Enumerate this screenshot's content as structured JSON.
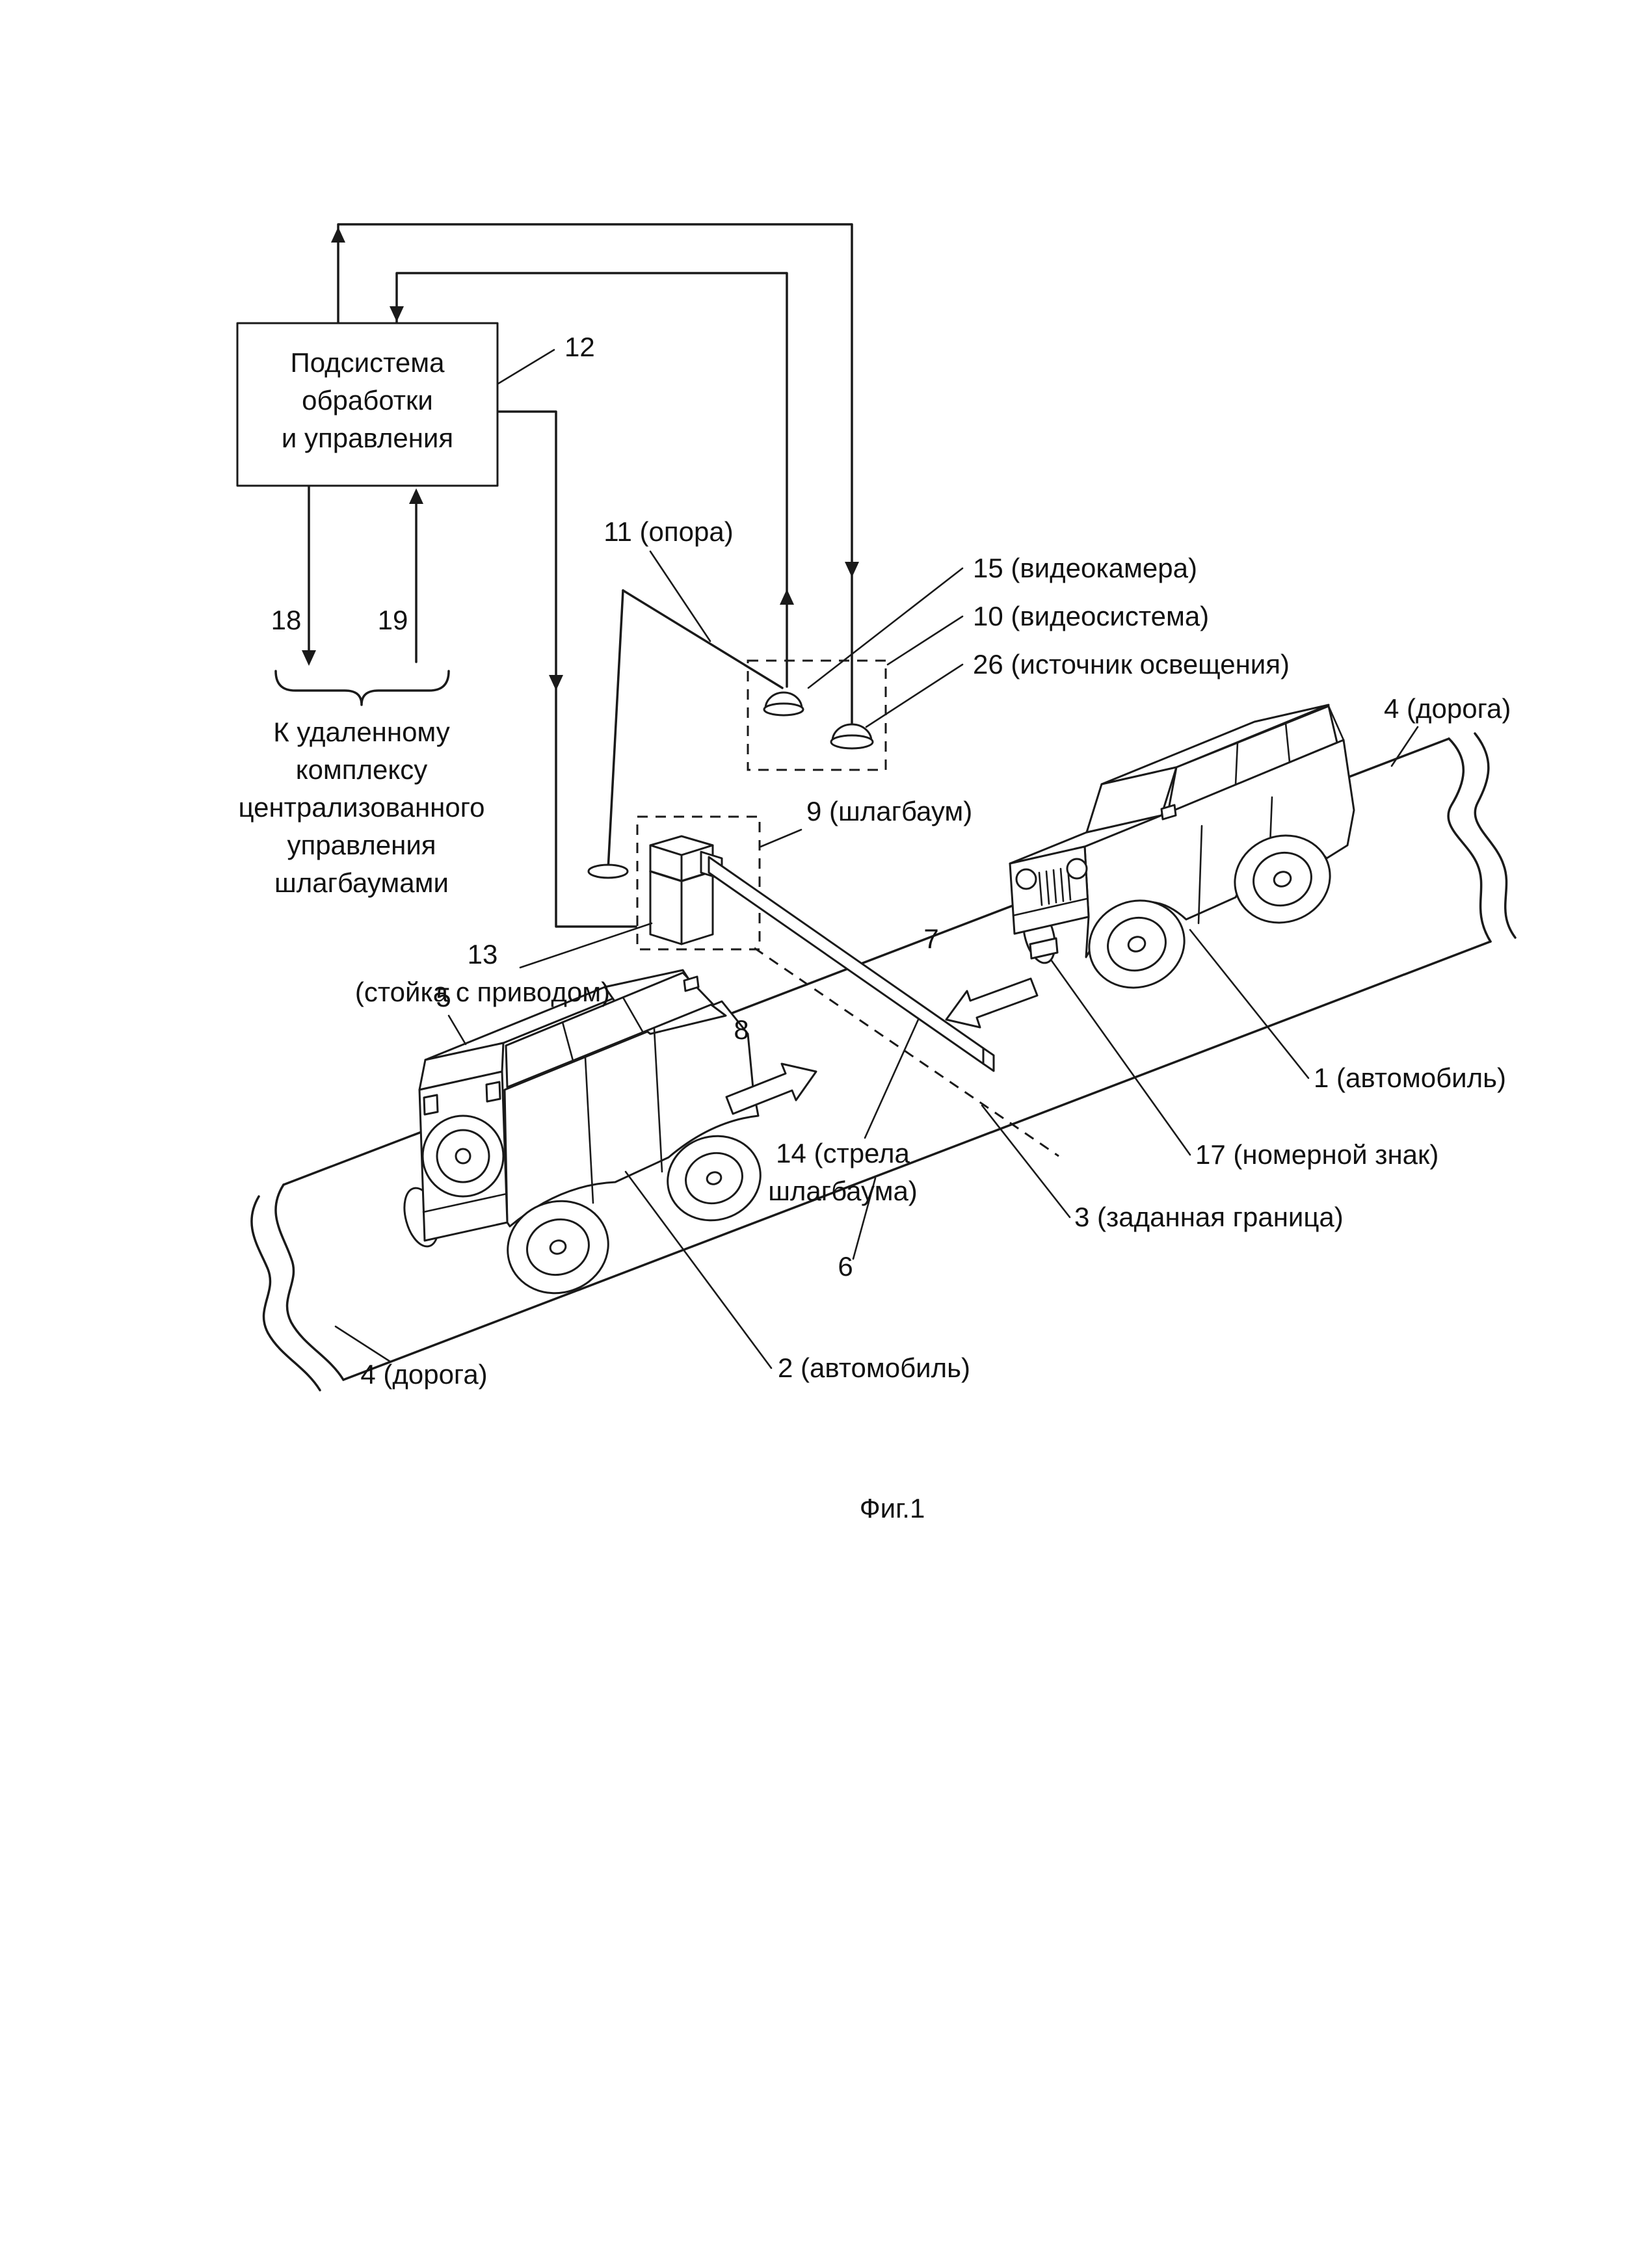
{
  "figure_caption": "Фиг.1",
  "processing_box": {
    "ref": "12",
    "lines": [
      "Подсистема",
      "обработки",
      "и управления"
    ]
  },
  "channels": {
    "ref18": "18",
    "ref19": "19"
  },
  "remote_complex": {
    "lines": [
      "К удаленному",
      "комплексу",
      "централизованного",
      "управления",
      "шлагбаумами"
    ]
  },
  "labels": {
    "pole": "11 (опора)",
    "camera": "15 (видеокамера)",
    "video_system": "10 (видеосистема)",
    "light_source": "26 (источник освещения)",
    "road_right": "4 (дорога)",
    "barrier": "9 (шлагбаум)",
    "stand_ref": "13",
    "stand_name": "(стойка с приводом)",
    "dir_car1": "7",
    "dir_car2": "8",
    "car2_ref": "5",
    "boom_1": "14 (стрела",
    "boom_2": "шлагбаума)",
    "car1": "1 (автомобиль)",
    "plate": "17 (номерной знак)",
    "boundary": "3 (заданная граница)",
    "roadside": "6",
    "road_left": "4 (дорога)",
    "car2": "2 (автомобиль)"
  },
  "colors": {
    "ink": "#1a1a1a",
    "paper": "#ffffff"
  }
}
